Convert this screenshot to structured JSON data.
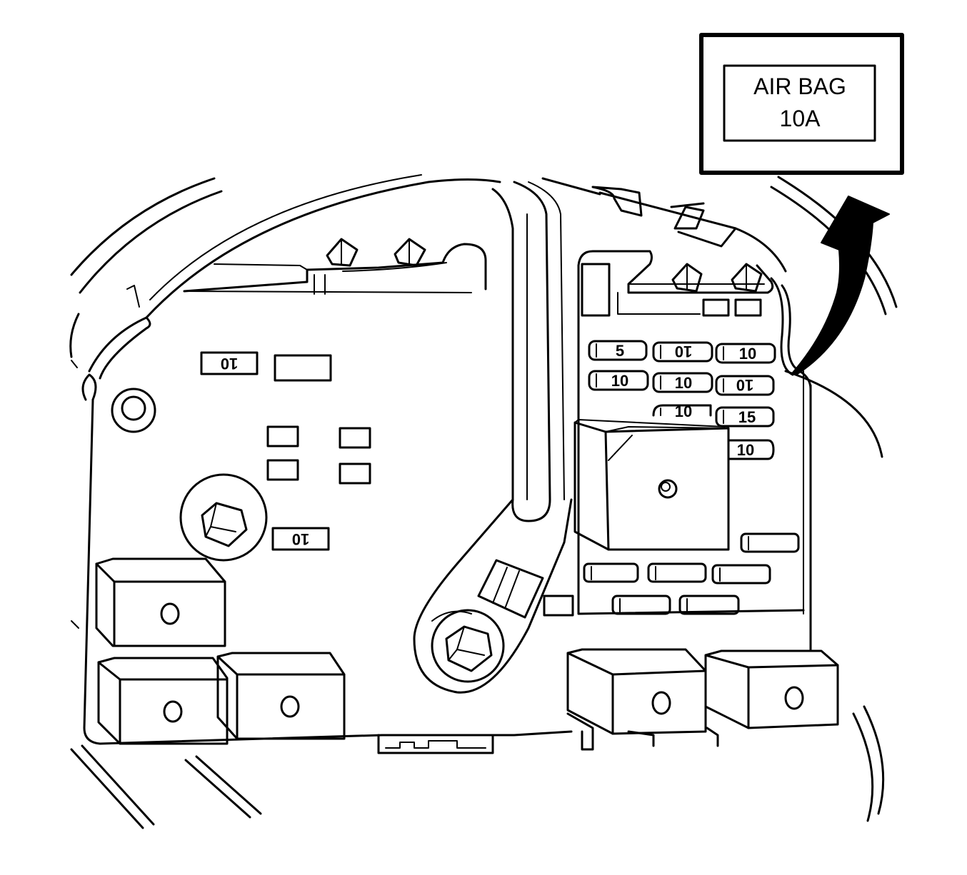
{
  "callout": {
    "line1": "AIR BAG",
    "line2": "10A"
  },
  "fuses": {
    "left_upper": "10",
    "left_lower": "10",
    "r1c1": "5",
    "r1c2": "10",
    "r1c3": "10",
    "r2c1": "10",
    "r2c2": "10",
    "r2c3": "10",
    "r3c2": "10",
    "r3c3": "15",
    "r4c3": "10"
  },
  "colors": {
    "ink": "#000000",
    "paper": "#ffffff"
  }
}
